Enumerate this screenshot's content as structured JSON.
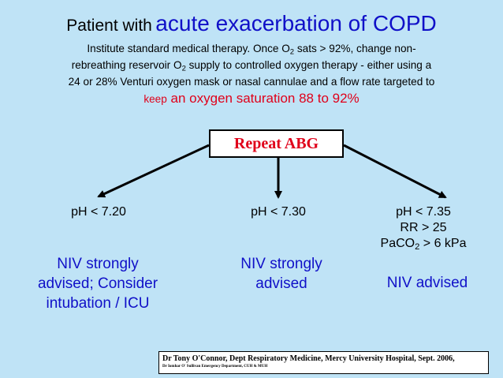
{
  "title": {
    "prefix": "Patient with",
    "highlight": "acute exacerbation of COPD"
  },
  "intro": {
    "line1_a": "Institute standard medical therapy. Once O",
    "line1_sub": "2",
    "line1_b": " sats > 92%, change non-",
    "line2_a": "rebreathing reservoir O",
    "line2_sub": "2",
    "line2_b": " supply to controlled oxygen therapy - either using a",
    "line3": "24 or 28% Venturi oxygen mask or nasal cannulae and a flow rate targeted to",
    "line4_small": "keep",
    "line4_big": " an oxygen saturation 88 to 92%"
  },
  "abg_box": {
    "label": "Repeat ABG"
  },
  "branches": [
    {
      "criteria": "pH < 7.20",
      "advice_line1": "NIV strongly",
      "advice_line2": "advised; Consider",
      "advice_line3": "intubation / ICU"
    },
    {
      "criteria": "pH < 7.30",
      "advice_line1": "NIV strongly",
      "advice_line2": "advised"
    },
    {
      "criteria": "pH < 7.35",
      "criteria_line2": "RR > 25",
      "criteria_line3_a": "PaCO",
      "criteria_line3_sub": "2",
      "criteria_line3_b": " > 6 kPa",
      "advice_line1": "NIV advised"
    }
  ],
  "credit": {
    "line1": "Dr Tony O'Connor, Dept Respiratory Medicine, Mercy University Hospital, Sept. 2006,",
    "line2": "Dr Iomhar O' Sullivan Emergency Department, CUH & MUH"
  },
  "colors": {
    "background": "#bfe3f6",
    "blue": "#1010c8",
    "red": "#e0001a"
  }
}
